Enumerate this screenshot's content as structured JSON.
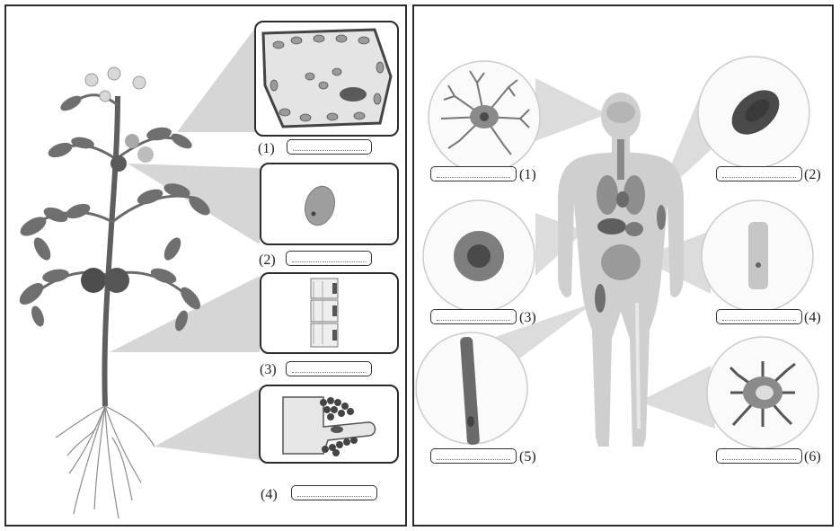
{
  "plant_labels": [
    {
      "num": "(1)"
    },
    {
      "num": "(2)"
    },
    {
      "num": "(3)"
    },
    {
      "num": "(4)"
    }
  ],
  "animal_labels": [
    {
      "num": "(1)"
    },
    {
      "num": "(2)"
    },
    {
      "num": "(3)"
    },
    {
      "num": "(4)"
    },
    {
      "num": "(5)"
    },
    {
      "num": "(6)"
    }
  ],
  "colors": {
    "outline": "#2b2b2b",
    "funnel": "#c9c9c9",
    "cell_dark": "#4a4a4a",
    "cell_mid": "#8a8a8a",
    "body": "#cfcfcf",
    "organ_dark": "#6a6a6a"
  }
}
